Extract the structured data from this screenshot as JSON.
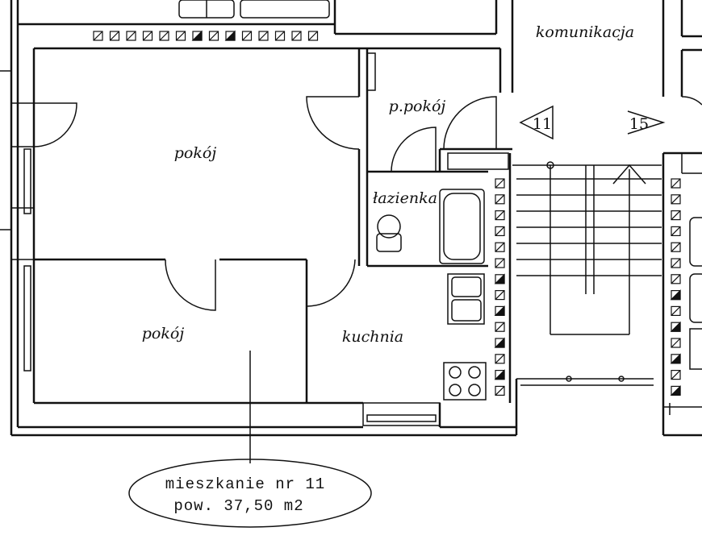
{
  "plan": {
    "rooms": {
      "room_1": "pokój",
      "room_2": "pokój",
      "hall": "p.pokój",
      "bathroom": "łazienka",
      "kitchen": "kuchnia",
      "corridor": "komunikacja"
    },
    "stair_markers": {
      "left": "11",
      "right": "15"
    },
    "apartment": {
      "name": "mieszkanie nr 11",
      "area": "pow. 37,50 m2"
    }
  }
}
